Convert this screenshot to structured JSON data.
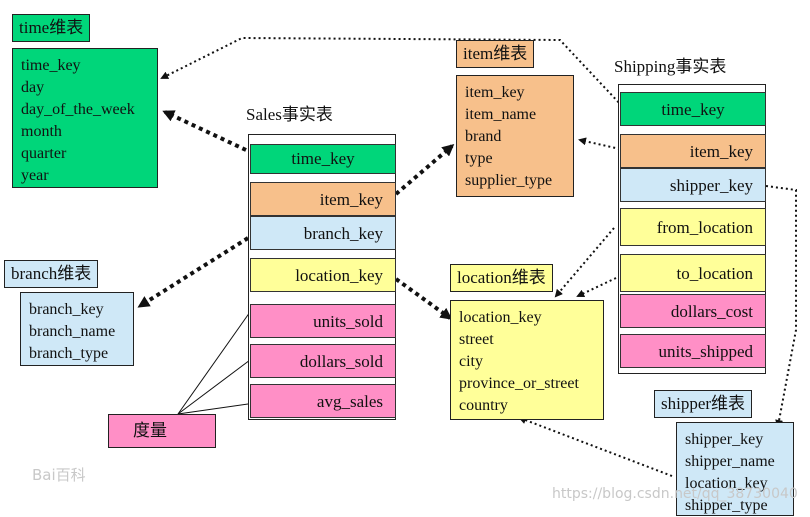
{
  "time_dim": {
    "title": "time维表",
    "fields": [
      "time_key",
      "day",
      "day_of_the_week",
      "month",
      "quarter",
      "year"
    ]
  },
  "item_dim": {
    "title": "item维表",
    "fields": [
      "item_key",
      "item_name",
      "brand",
      "type",
      "supplier_type"
    ]
  },
  "branch_dim": {
    "title": "branch维表",
    "fields": [
      "branch_key",
      "branch_name",
      "branch_type"
    ]
  },
  "location_dim": {
    "title": "location维表",
    "fields": [
      "location_key",
      "street",
      "city",
      "province_or_street",
      "country"
    ]
  },
  "shipper_dim": {
    "title": "shipper维表",
    "fields": [
      "shipper_key",
      "shipper_name",
      "location_key",
      "shipper_type"
    ]
  },
  "sales_fact": {
    "title": "Sales事实表",
    "keys": [
      "time_key",
      "item_key",
      "branch_key",
      "location_key"
    ],
    "measures": [
      "units_sold",
      "dollars_sold",
      "avg_sales"
    ]
  },
  "shipping_fact": {
    "title": "Shipping事实表",
    "fields": [
      "time_key",
      "item_key",
      "shipper_key",
      "from_location",
      "to_location",
      "dollars_cost",
      "units_shipped"
    ]
  },
  "measure_label": "度量",
  "watermark": {
    "logo": "Bai百科",
    "url": "https://blog.csdn.net/qq_38730040"
  },
  "colors": {
    "time_key": "#00d67a",
    "item_key": "#f7c08b",
    "branch_shipper_key": "#cfe8f7",
    "location_key": "#ffff99",
    "measures": "#ff8fc6"
  }
}
